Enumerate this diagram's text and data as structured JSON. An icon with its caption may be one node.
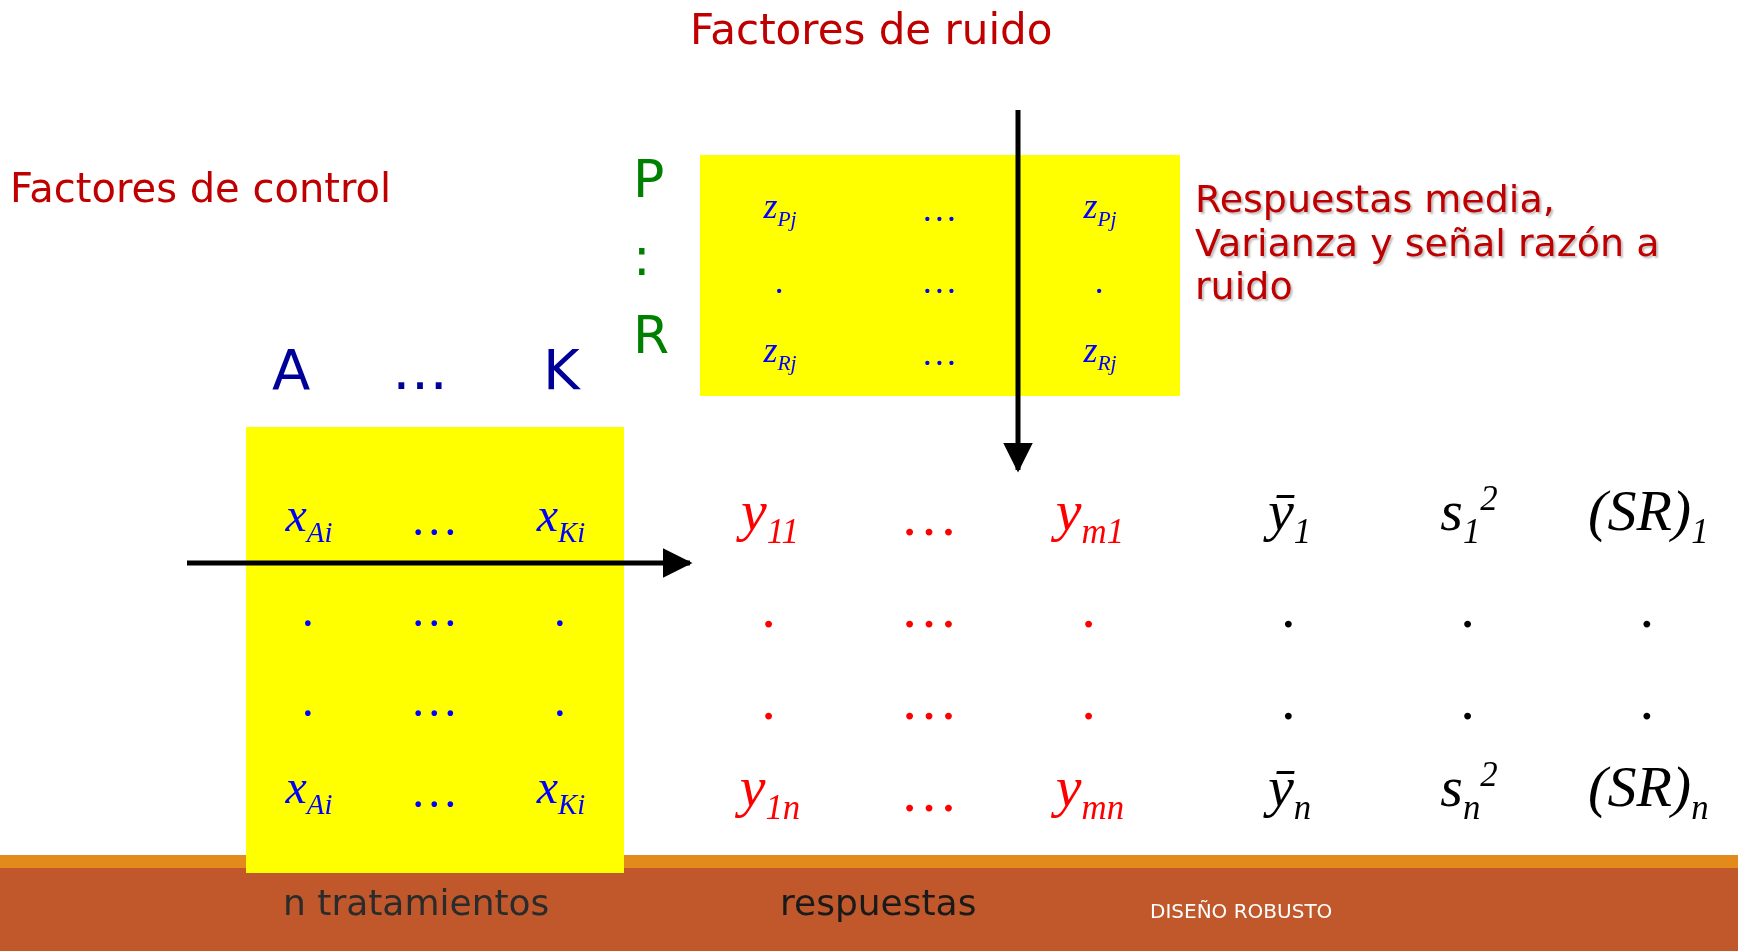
{
  "diagram": {
    "nodes": [
      {
        "text": [
          "z$_{Pj}$",
          "…",
          "z$_{Pj}$",
          ".",
          "…",
          ".",
          "z$_{Rj}$",
          "…",
          "z$_{Rj}$"
        ]
      },
      {
        "text": [
          "x$_{Ai}$",
          "…",
          "x$_{Ki}$",
          ".",
          "…",
          ".",
          ".",
          "…",
          ".",
          "x$_{Ai}$",
          "…",
          "x$_{Ki}$"
        ]
      },
      {
        "text": [
          "y$_{11}$",
          "…",
          "y$_{m1}$",
          ".",
          "…",
          ".",
          ".",
          "…",
          ".",
          "y$_{1n}$",
          "…",
          "y$_{mn}$"
        ]
      }
    ],
    "edges": [
      {
        "from": null,
        "to": 2,
        "arrow": "to"
      },
      {
        "from": null,
        "to": 2,
        "arrow": "to"
      }
    ],
    "labels": [
      "Factores de ruido",
      "Factores de control",
      "P",
      ":",
      "R",
      "Respuestas media, Varianza y señal razón a ruido",
      "A",
      "…",
      "K",
      "ȳ$_{1}$",
      "s$_{1}$$^{2}$",
      "(SR)$_{1}$",
      ".",
      ".",
      ".",
      ".",
      ".",
      ".",
      "ȳ$_{n}$",
      "s$_{n}$$^{2}$",
      "(SR)$_{n}$",
      "n tratamientos",
      "respuestas",
      "DISEÑO ROBUSTO"
    ]
  }
}
